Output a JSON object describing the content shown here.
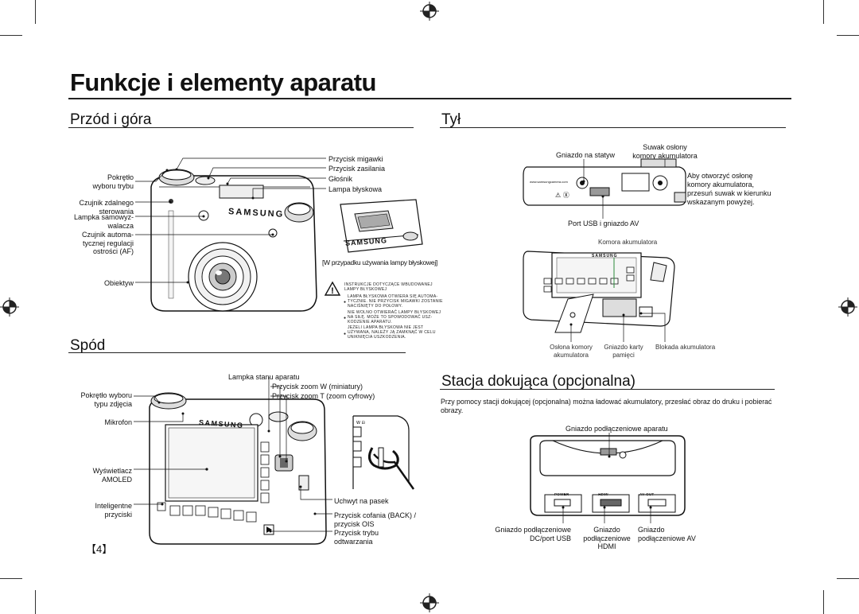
{
  "page": {
    "title": "Funkcje i elementy aparatu",
    "page_number": "【4】"
  },
  "front": {
    "heading": "Przód i góra",
    "labels": {
      "pokretlo": "Pokrętło\nwyboru trybu",
      "czujnik_zdalnego": "Czujnik zdalnego\nsterowania",
      "lampka_samowyz": "Lampka samowyz-\nwalacza",
      "czujnik_autofocus": "Czujnik automa-\ntycznej regulacji\nostrości (AF)",
      "obiektyw": "Obiektyw",
      "przycisk_migawki": "Przycisk migawki",
      "przycisk_zasilania": "Przycisk zasilania",
      "glosnik": "Głośnik",
      "lampa_blyskowa": "Lampa błyskowa"
    },
    "flash_note": "[W przypadku używania lampy błyskowej]",
    "brand": "SAMSUNG",
    "warning": {
      "title": "INSTRUKCJE DOTYCZĄCE WBUDOWANEJ\nLAMPY BŁYSKOWEJ",
      "items": [
        "LAMPA BŁYSKOWA OTWIERA SIĘ AUTOMA-\nTYCZNIE. NIE PRZYCISK MIGAWKI ZOSTANIE\nNACIŚNIĘTY DO POŁOWY.",
        "NIE WOLNO OTWIERAĆ LAMPY BŁYSKOWEJ\nNA SIŁĘ. MOŻE TO SPOWODOWAĆ USZ-\nKODZENIE APARATU.",
        "JEŻELI LAMPA BŁYSKOWA NIE JEST\nUŻYWANA, NALEŻY JĄ ZAMKNĄĆ W CELU\nUNIKNIĘCIA USZKODZENIA."
      ]
    }
  },
  "back": {
    "heading": "Tył",
    "labels": {
      "gniazdo_statyw": "Gniazdo na statyw",
      "suwak": "Suwak osłony\nkomory akumulatora",
      "port_usb": "Port USB i gniazdo AV",
      "komora": "Komora akumulatora",
      "oslona": "Osłona komory\nakumulatora",
      "gniazdo_karty": "Gniazdo karty\npamięci",
      "blokada": "Blokada akumulatora"
    },
    "side_note": "Aby otworzyć osłonę\nkomory akumulatora,\nprzesuń suwak w kierunku\nwskazanym powyżej.",
    "url": "www.samsungcamera.com"
  },
  "bottom": {
    "heading": "Spód",
    "labels": {
      "lampka_stanu": "Lampka stanu aparatu",
      "zoom_w": "Przycisk zoom W (miniatury)",
      "zoom_t": "Przycisk zoom T (zoom cyfrowy)",
      "pokretlo_typu": "Pokrętło wyboru\ntypu zdjęcia",
      "mikrofon": "Mikrofon",
      "wyswietlacz": "Wyświetlacz\nAMOLED",
      "inteligentne": "Inteligentne\nprzyciski",
      "uchwyt": "Uchwyt na pasek",
      "cofania": "Przycisk cofania (BACK) /\nprzycisk OIS",
      "trybu_odtw": "Przycisk trybu\nodtwarzania"
    }
  },
  "dock": {
    "heading": "Stacja dokująca (opcjonalna)",
    "description": "Przy pomocy stacji dokującej (opcjonalna) można ładować akumulatory, przesłać obraz do druku i pobierać\nobrazy.",
    "labels": {
      "gniazdo_aparatu": "Gniazdo podłączeniowe aparatu",
      "dc_usb": "Gniazdo podłączeniowe\nDC/port USB",
      "hdmi": "Gniazdo\npodłączeniowe\nHDMI",
      "av": "Gniazdo\npodłączeniowe AV"
    },
    "port_marks": [
      "POWER",
      "HDMI",
      "AV OUT"
    ]
  }
}
